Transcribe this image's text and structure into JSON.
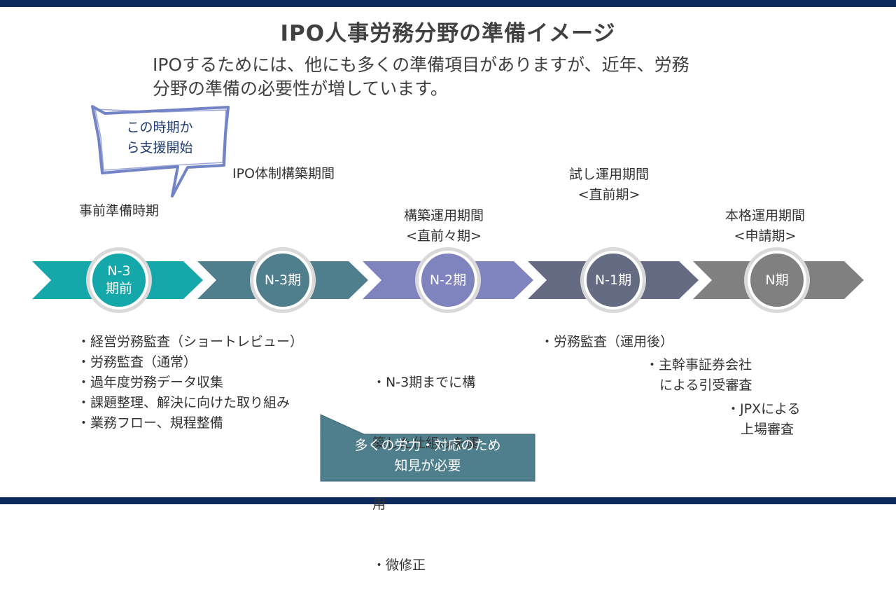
{
  "title": "IPO人事労務分野の準備イメージ",
  "intro": [
    "IPOするためには、他にも多くの準備項目がありますが、近年、労務",
    "分野の準備の必要性が増しています。"
  ],
  "bubble": [
    "この時期か",
    "ら支援開始"
  ],
  "phase_labels": {
    "p0": [
      "事前準備時期"
    ],
    "p1": [
      "IPO体制構築期間"
    ],
    "p2": [
      "構築運用期間",
      "<直前々期>"
    ],
    "p3": [
      "試し運用期間",
      "<直前期>"
    ],
    "p4": [
      "本格運用期間",
      "<申請期>"
    ]
  },
  "stages": [
    {
      "lines": [
        "N-3",
        "期前"
      ],
      "color": "#15a8ab"
    },
    {
      "lines": [
        "N-3期"
      ],
      "color": "#4f7f8c"
    },
    {
      "lines": [
        "N-2期"
      ],
      "color": "#7f84bf"
    },
    {
      "lines": [
        "N-1期"
      ],
      "color": "#646b82"
    },
    {
      "lines": [
        "N期"
      ],
      "color": "#808080"
    }
  ],
  "items_n3pre": [
    "・経営労務監査（ショートレビュー）",
    "・労務監査（通常）",
    "・過年度労務データ収集",
    "・課題整理、解決に向けた取り組み",
    "・業務フロー、規程整備"
  ],
  "items_n2": [
    " ・N-3期までに構",
    "築した仕組みを運",
    "用",
    " ・微修正"
  ],
  "items_n1": [
    "・労務監査（運用後）"
  ],
  "items_n0a": [
    "・主幹事証券会社",
    "による引受審査"
  ],
  "items_n0b": [
    "・JPXによる",
    "上場審査"
  ],
  "callout": [
    "多くの労力・対応のため",
    "知見が必要"
  ]
}
